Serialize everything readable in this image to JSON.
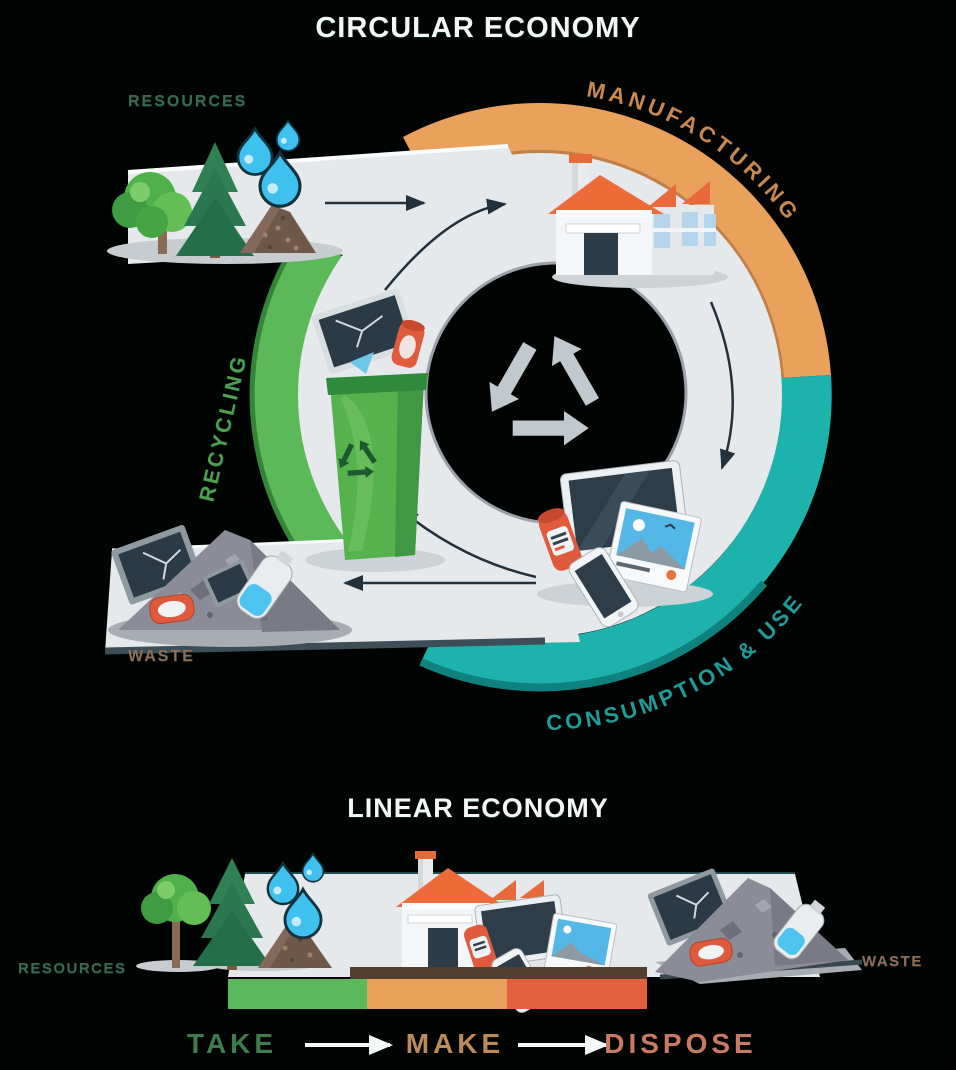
{
  "page": {
    "background": "#020404"
  },
  "circular": {
    "title": "CIRCULAR ECONOMY",
    "stages": {
      "resources": "RESOURCES",
      "manufacturing": "MANUFACTURING",
      "consumption": "CONSUMPTION & USE",
      "recycling": "RECYCLING",
      "waste": "WASTE"
    }
  },
  "linear": {
    "title": "LINEAR ECONOMY",
    "endpoints": {
      "resources": "RESOURCES",
      "waste": "WASTE"
    },
    "steps": [
      {
        "label": "TAKE",
        "color": "#5cb85c"
      },
      {
        "label": "MAKE",
        "color": "#e9a05b"
      },
      {
        "label": "DISPOSE",
        "color": "#e2603e"
      }
    ]
  },
  "colors": {
    "ring_orange": "#e9a15c",
    "ring_teal": "#1eb2ad",
    "ring_green": "#5cb95a",
    "flow_band": "#e6e9eb",
    "arrow_dark": "#23313d",
    "recycle_symbol": "#c2c9ce",
    "label_resources": "#3a6b4c",
    "label_manufacturing": "#c9884f",
    "label_recycling": "#4ca24f",
    "label_consumption": "#1e9c98",
    "label_waste": "#936f58",
    "label_take": "#3e7c4d",
    "label_make": "#bd8a59",
    "label_dispose": "#c97a64",
    "title_text": "#f2f7f6"
  }
}
